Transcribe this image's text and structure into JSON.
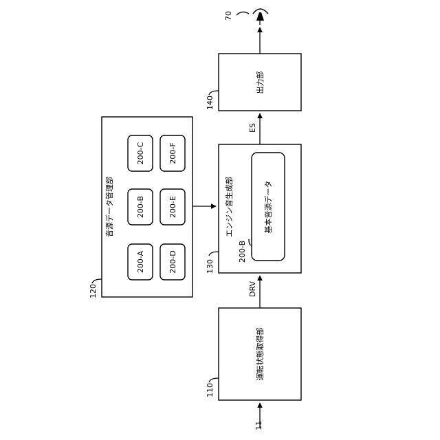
{
  "speaker": {
    "ref": "70"
  },
  "output": {
    "ref": "140",
    "label": "出力部"
  },
  "es_signal": "ES",
  "engine": {
    "ref": "130",
    "label": "エンジン音生成部"
  },
  "basic_data": {
    "ref": "200-B",
    "label": "基本音源データ"
  },
  "drv_signal": "DRV",
  "driving": {
    "ref": "110",
    "label": "運転状態取得部"
  },
  "input": {
    "ref": "11"
  },
  "management": {
    "ref": "120",
    "label": "音源データ管理部",
    "items": [
      "200-A",
      "200-B",
      "200-C",
      "200-D",
      "200-E",
      "200-F"
    ]
  }
}
